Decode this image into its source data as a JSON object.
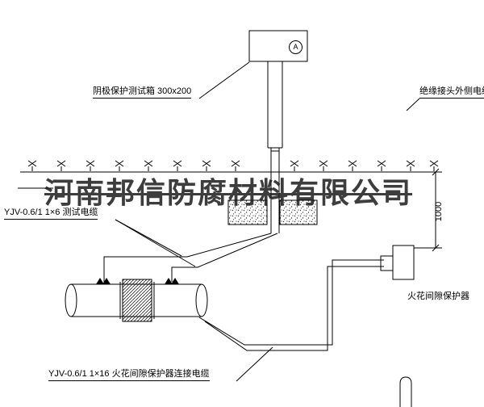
{
  "watermark": {
    "text": "河南邦信防腐材料有限公司"
  },
  "labels": {
    "test_box": "阴极保护测试箱 300x200",
    "outer_cable": "绝缘接头外侧电缆",
    "test_cable": "YJV-0.6/1  1×6  测试电缆",
    "spark_gap_protector": "火花间隙保护器",
    "connection_cable": "YJV-0.6/1  1×16  火花间隙保护器连接电缆",
    "dimension_1000": "1000",
    "ammeter": "A"
  },
  "colors": {
    "line": "#000000",
    "watermark": "#1c1c1c",
    "background": "#ffffff"
  }
}
